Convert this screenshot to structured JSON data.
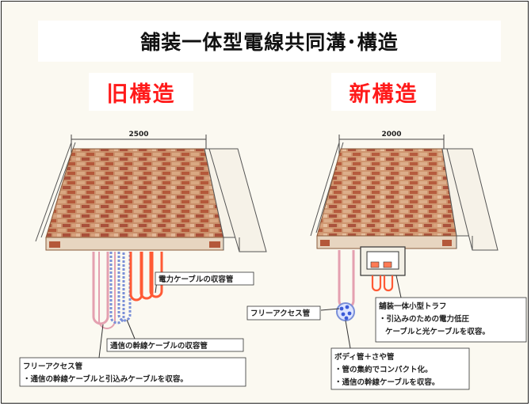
{
  "title": "舗装一体型電線共同溝･構造",
  "old": {
    "label": "旧構造",
    "width_label": "2500",
    "callout_power": "電力ケーブルの収容管",
    "callout_trunk": "通信の幹線ケーブルの収容管",
    "free_access_title": "フリーアクセス管",
    "free_access_desc": "・通信の幹線ケーブルと引込みケーブルを収容。"
  },
  "new": {
    "label": "新構造",
    "width_label": "2000",
    "free_access": "フリーアクセス管",
    "trough_title": "舗装一体小型トラフ",
    "trough_desc_1": "・引込みのための電力低圧",
    "trough_desc_2": "ケーブルと光ケーブルを収容。",
    "body_title": "ボディ管＋さや管",
    "body_desc_1": "・管の集約でコンパクト化。",
    "body_desc_2": "・通信の幹線ケーブルを収容。"
  },
  "colors": {
    "title_label": "#ff1a1a",
    "brick_light": "#d9a882",
    "brick_dark": "#b4583a",
    "pipe_pink": "#e4a0b0",
    "pipe_blue": "#7a8fd8",
    "pipe_red": "#ff5a35"
  }
}
